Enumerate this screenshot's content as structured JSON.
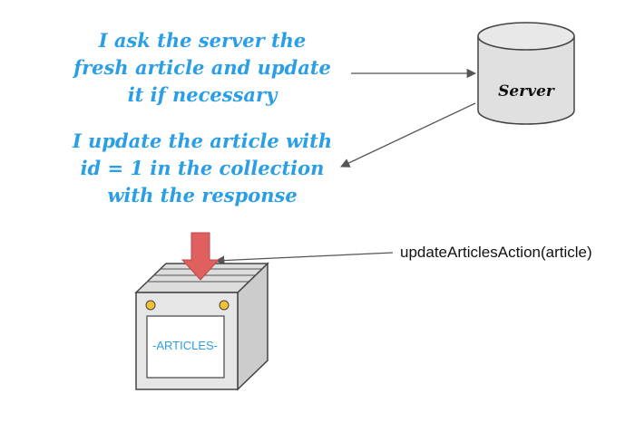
{
  "notes": {
    "ask_server": [
      "I ask the server the",
      "fresh article and update",
      "it if necessary"
    ],
    "update_collection": [
      "I update the article with",
      "id = 1 in the collection",
      "with the response"
    ]
  },
  "server": {
    "label": "Server"
  },
  "store": {
    "label": "-ARTICLES-"
  },
  "action": {
    "label": "updateArticlesAction(article)"
  },
  "colors": {
    "note_text": "#2a9ee6",
    "arrow_in": "#e06060",
    "box_side": "#cccccc",
    "box_top": "#dddddd",
    "indicator_lights": "#f2c230"
  }
}
